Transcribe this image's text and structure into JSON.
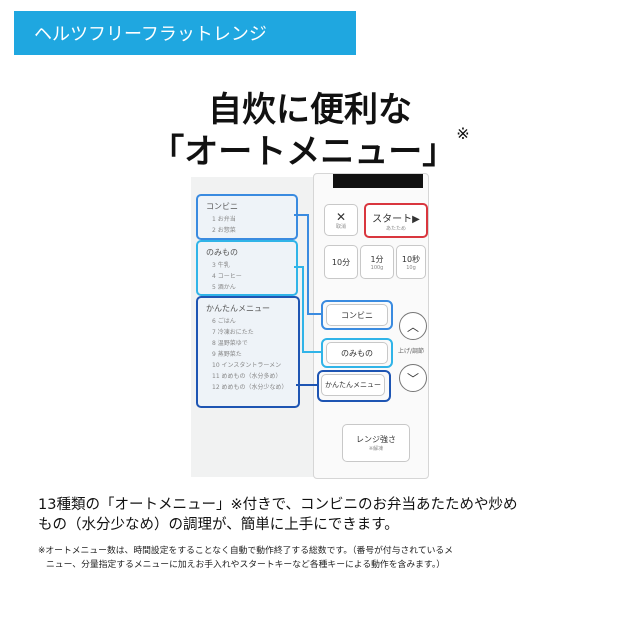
{
  "tag": "ヘルツフリーフラットレンジ",
  "headline_line1": "自炊に便利な",
  "headline_line2": "「オートメニュー」",
  "headline_mark": "※",
  "categories": [
    {
      "title": "コンビニ",
      "items": [
        "1 お弁当",
        "2 お惣菜"
      ]
    },
    {
      "title": "のみもの",
      "items": [
        "3 牛乳",
        "4 コーヒー",
        "5 酒かん"
      ]
    },
    {
      "title": "かんたんメニュー",
      "items": [
        "6 ごはん",
        "7 冷凍おにたた",
        "8 温野菜ゆで",
        "9 蒸野菜た",
        "10 インスタントラーメン",
        "11 めめもの（水分多め）",
        "12 めめもの（水分少なめ）"
      ]
    }
  ],
  "device": {
    "cancel_label": "取消",
    "start_label": "スタート▶",
    "start_sub": "あたため",
    "time_buttons": [
      {
        "main": "10分",
        "sub": ""
      },
      {
        "main": "1分",
        "sub": "100g"
      },
      {
        "main": "10秒",
        "sub": "10g"
      }
    ],
    "konbini": "コンビニ",
    "nomimono": "のみもの",
    "kantan": "かんたんメニュー",
    "adjust": "上げ/調節",
    "power_label": "レンジ強さ",
    "power_sub": "※解凍"
  },
  "desc_line1": "13種類の「オートメニュー」※付きで、コンビニのお弁当あたためや炒め",
  "desc_line2": "もの（水分少なめ）の調理が、簡単に上手にできます。",
  "note_line1": "※オートメニュー数は、時間設定をすることなく自動で動作終了する総数です。（番号が付与されているメ",
  "note_line2": "ニュー、分量指定するメニューに加えお手入れやスタートキーなど各種キーによる動作を含みます。）",
  "colors": {
    "accent": "#1fa7e0",
    "konbini": "#3a8be0",
    "nomimono": "#30b4e8",
    "kantan": "#1e55b3",
    "start": "#d9363e"
  }
}
